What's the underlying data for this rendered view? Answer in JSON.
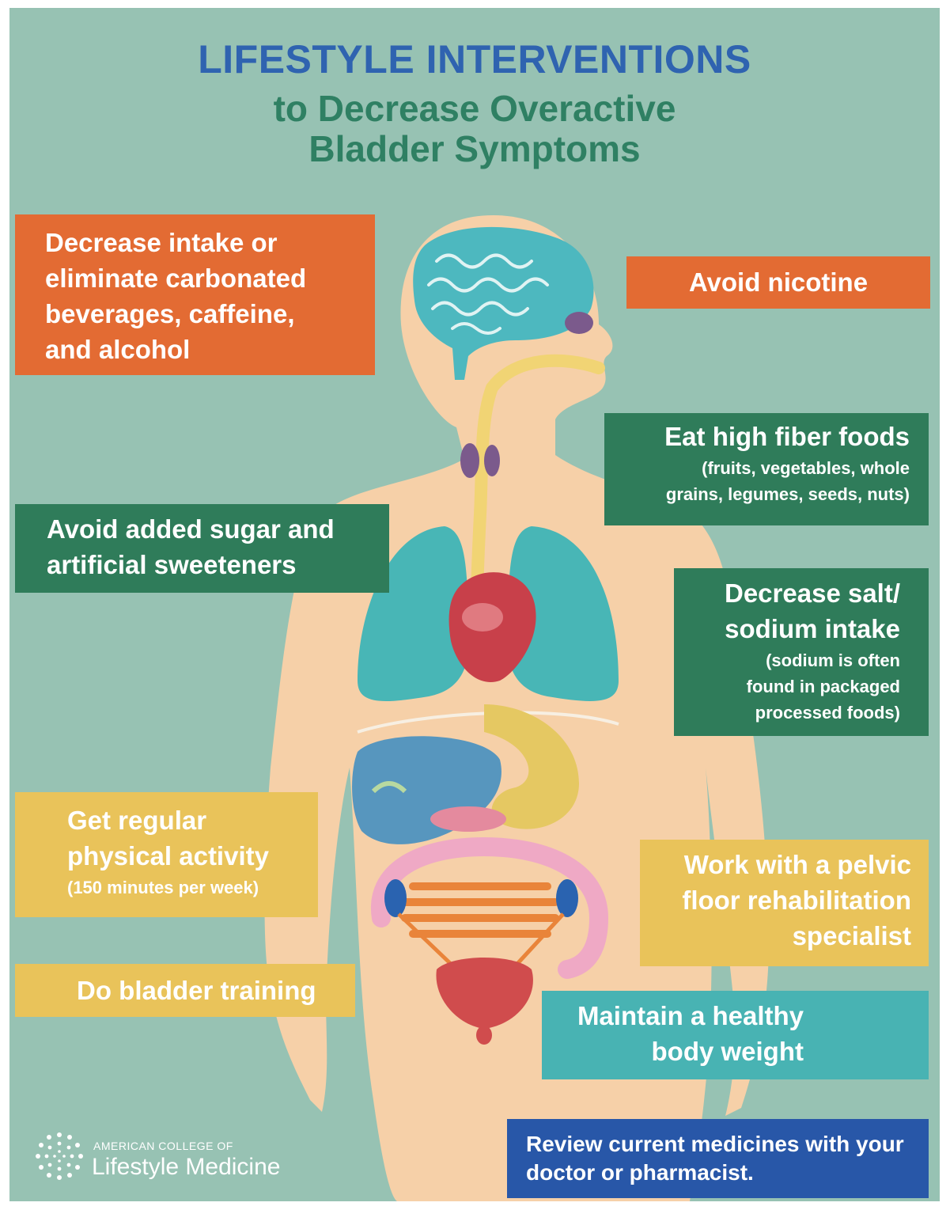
{
  "title": {
    "line1": "LIFESTYLE INTERVENTIONS",
    "line2": "to Decrease Overactive",
    "line3": "Bladder Symptoms"
  },
  "tips": {
    "beverages": "Decrease intake or\neliminate carbonated\nbeverages, caffeine,\nand alcohol",
    "nicotine": "Avoid nicotine",
    "fiber": "Eat high fiber foods",
    "fiber_note": "(fruits, vegetables, whole\ngrains, legumes, seeds, nuts)",
    "sugar": "Avoid added sugar and\nartificial sweeteners",
    "salt": "Decrease salt/\nsodium intake",
    "salt_note": "(sodium is often\nfound in packaged\nprocessed foods)",
    "activity": "Get regular\nphysical activity",
    "activity_note": "(150 minutes per week)",
    "pelvic": "Work with a pelvic\nfloor rehabilitation\nspecialist",
    "bladder": "Do bladder training",
    "weight": "Maintain a healthy\nbody weight",
    "medicines": "Review current medicines with your\ndoctor or pharmacist."
  },
  "logo": {
    "org_small": "AMERICAN COLLEGE OF",
    "org_big": "Lifestyle Medicine"
  },
  "colors": {
    "background": "#97c2b3",
    "orange": "#e36b33",
    "green": "#2f7c5a",
    "yellow": "#e9c35a",
    "teal": "#48b3b3",
    "blue": "#2857a8",
    "title_blue": "#2f63b0",
    "title_green": "#2f8063"
  }
}
